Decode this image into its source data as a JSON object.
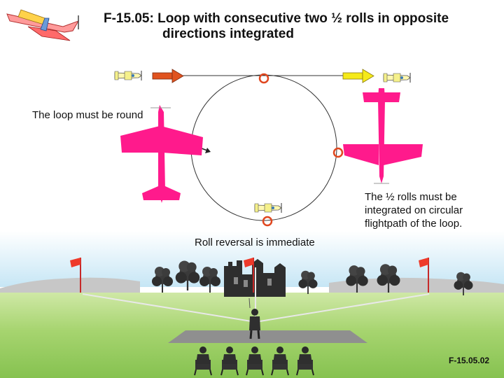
{
  "title": {
    "line1": "F-15.05: Loop with consecutive two ½ rolls in opposite",
    "line2": "directions integrated"
  },
  "annotations": {
    "loop_round": "The loop must be round",
    "half_rolls": [
      "The ½ rolls must be",
      "integrated on circular",
      "flightpath of the loop."
    ],
    "roll_reversal": "Roll reversal is immediate"
  },
  "figure_code": "F-15.05.02",
  "icons": [
    "logo-airplane-icon",
    "entry-airplane-icon",
    "exit-airplane-icon",
    "entry-arrow-icon",
    "exit-arrow-icon",
    "roll-marker-icon",
    "flag-icon",
    "tree-icon",
    "castle-icon",
    "pilot-icon",
    "judge-icon"
  ],
  "colors": {
    "entry_arrow": "#e0531f",
    "exit_arrow": "#f5ea1a",
    "marker": "#e0471f",
    "airplane": "#ff1a8c",
    "flag": "#ee3a2a",
    "grass": "#9ccf6a",
    "sky": "#c6e6f5"
  }
}
